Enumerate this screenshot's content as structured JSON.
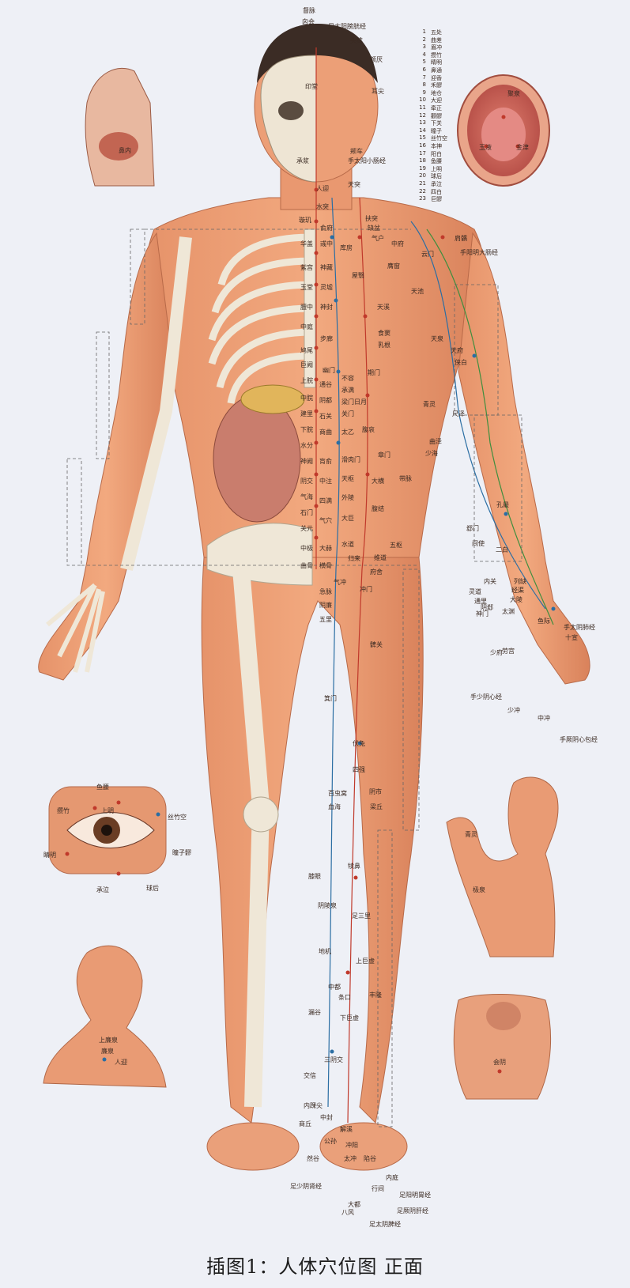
{
  "caption": "插图1：人体穴位图 正面",
  "legend": [
    {
      "n": "1",
      "t": "五处"
    },
    {
      "n": "2",
      "t": "曲差"
    },
    {
      "n": "3",
      "t": "眉冲"
    },
    {
      "n": "4",
      "t": "攒竹"
    },
    {
      "n": "5",
      "t": "睛明"
    },
    {
      "n": "6",
      "t": "鼻通"
    },
    {
      "n": "7",
      "t": "迎香"
    },
    {
      "n": "8",
      "t": "禾髎"
    },
    {
      "n": "9",
      "t": "地仓"
    },
    {
      "n": "10",
      "t": "大迎"
    },
    {
      "n": "11",
      "t": "牵正"
    },
    {
      "n": "12",
      "t": "颧髎"
    },
    {
      "n": "13",
      "t": "下关"
    },
    {
      "n": "14",
      "t": "瞳子"
    },
    {
      "n": "15",
      "t": "丝竹空"
    },
    {
      "n": "16",
      "t": "本神"
    },
    {
      "n": "17",
      "t": "阳白"
    },
    {
      "n": "18",
      "t": "鱼腰"
    },
    {
      "n": "19",
      "t": "上明"
    },
    {
      "n": "20",
      "t": "球后"
    },
    {
      "n": "21",
      "t": "承泣"
    },
    {
      "n": "22",
      "t": "四白"
    },
    {
      "n": "23",
      "t": "巨髎"
    }
  ],
  "labels": {
    "head": [
      "督脉",
      "囟会",
      "足太阳膀胱经",
      "头维",
      "额厌",
      "印堂",
      "耳尖",
      "颊车",
      "手太阳小肠经",
      "承浆",
      "人迎",
      "水突",
      "扶突",
      "天突"
    ],
    "torso": [
      "缺盆",
      "气户",
      "中府",
      "肩髃",
      "手阳明大肠经",
      "库房",
      "云门",
      "屋翳",
      "膺窗",
      "天溪",
      "食窦",
      "天池",
      "乳根",
      "期门",
      "日月",
      "不容",
      "承满",
      "梁门",
      "关门",
      "太乙",
      "滑肉门",
      "天枢",
      "外陵",
      "大巨",
      "水道",
      "归来",
      "气冲",
      "冲门",
      "五枢",
      "维道",
      "带脉",
      "章门",
      "腹哀",
      "大横",
      "腹结",
      "府舍",
      "璇玑",
      "华盖",
      "紫宫",
      "玉堂",
      "膻中",
      "中庭",
      "鸠尾",
      "巨阙",
      "上脘",
      "中脘",
      "建里",
      "下脘",
      "水分",
      "神阙",
      "阴交",
      "气海",
      "石门",
      "关元",
      "中极",
      "曲骨",
      "俞府",
      "彧中",
      "神藏",
      "灵墟",
      "神封",
      "步廊",
      "幽门",
      "通谷",
      "阴都",
      "石关",
      "商曲",
      "肓俞",
      "中注",
      "四满",
      "气穴",
      "大赫",
      "横骨",
      "急脉",
      "阴廉",
      "五里",
      "箕门",
      "髀关"
    ],
    "arm": [
      "天泉",
      "天府",
      "侠白",
      "青灵",
      "尺泽",
      "少海",
      "曲泽",
      "孔最",
      "郄门",
      "间使",
      "内关",
      "大陵",
      "列缺",
      "经渠",
      "太渊",
      "神门",
      "灵道",
      "通里",
      "阴郄",
      "劳宫",
      "鱼际",
      "少府",
      "中冲",
      "少冲",
      "十宣",
      "手太阴肺经",
      "手少阴心经",
      "手厥阴心包经",
      "二白"
    ],
    "leg": [
      "伏兔",
      "阴市",
      "梁丘",
      "血海",
      "百虫窝",
      "四强",
      "犊鼻",
      "足三里",
      "阴陵泉",
      "膝眼",
      "上巨虚",
      "条口",
      "下巨虚",
      "丰隆",
      "中都",
      "地机",
      "漏谷",
      "三阴交",
      "交信",
      "内踝尖",
      "商丘",
      "中封",
      "解溪",
      "冲阳",
      "太冲",
      "行间",
      "陷谷",
      "内庭",
      "足少阴肾经",
      "足阳明胃经",
      "足厥阴肝经",
      "足太阴脾经",
      "八风",
      "大都",
      "公孙",
      "然谷"
    ],
    "eye": [
      "鱼腰",
      "攒竹",
      "上明",
      "丝竹空",
      "瞳子髎",
      "睛明",
      "承泣",
      "球后"
    ],
    "face": [
      "上廉泉",
      "廉泉",
      "人迎"
    ],
    "armpit": [
      "青灵",
      "极泉"
    ],
    "perineum": [
      "会阴"
    ],
    "mouth": [
      "聚泉",
      "玉液",
      "金津"
    ],
    "nose": [
      "鼻内"
    ]
  }
}
